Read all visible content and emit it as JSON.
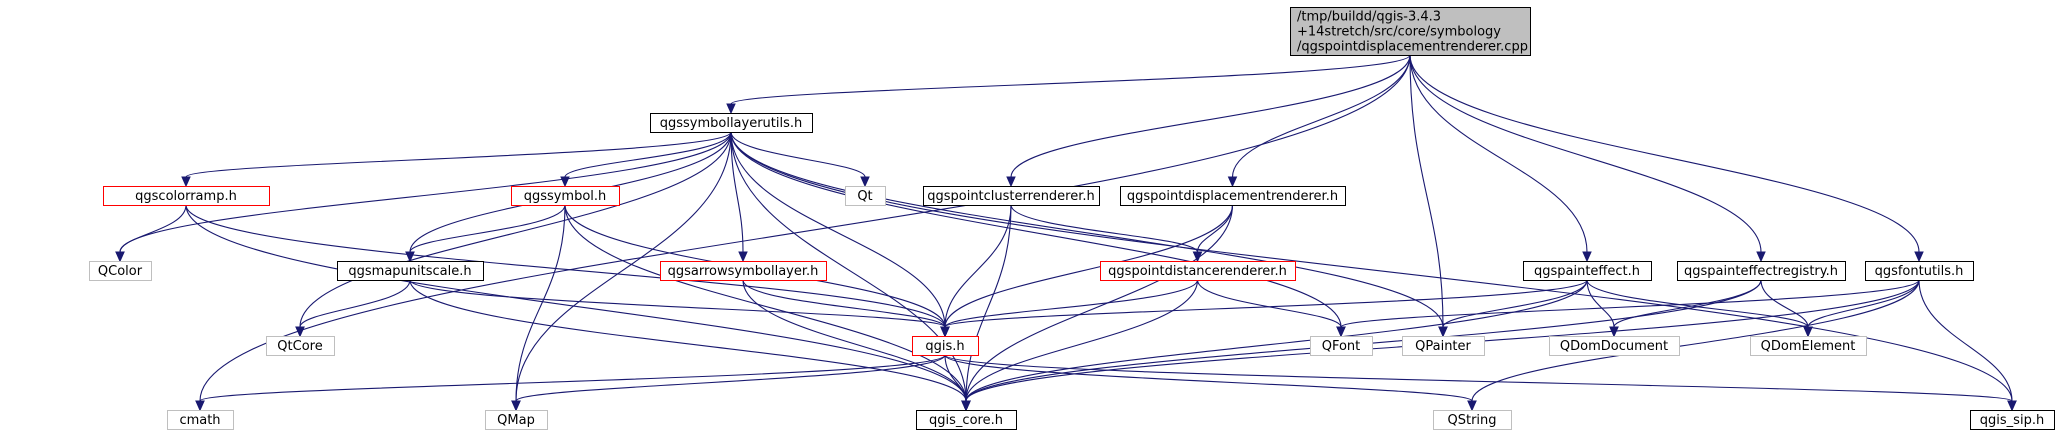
{
  "title": "",
  "colors": {
    "edge": "#191970",
    "root_fill": "#bfbfbf",
    "normal_border": "#000000",
    "red_border": "#ff0000",
    "ext_border": "#bfbfbf",
    "text": "#000000",
    "background": "#ffffff"
  },
  "nodes": [
    {
      "id": "root",
      "label": "/tmp/buildd/qgis-3.4.3\n+14stretch/src/core/symbology\n/qgspointdisplacementrenderer.cpp",
      "style": "root",
      "interactable": true
    },
    {
      "id": "qgssymbollayerutils",
      "label": "qgssymbollayerutils.h",
      "style": "normal",
      "interactable": true
    },
    {
      "id": "qgscolorramp",
      "label": "qgscolorramp.h",
      "style": "red",
      "interactable": true
    },
    {
      "id": "qgssymbol",
      "label": "qgssymbol.h",
      "style": "red",
      "interactable": true
    },
    {
      "id": "qt",
      "label": "Qt",
      "style": "ext",
      "interactable": false
    },
    {
      "id": "qgspointclusterrenderer",
      "label": "qgspointclusterrenderer.h",
      "style": "normal",
      "interactable": true
    },
    {
      "id": "qgspointdisplacementrenderer",
      "label": "qgspointdisplacementrenderer.h",
      "style": "normal",
      "interactable": true
    },
    {
      "id": "qcolor",
      "label": "QColor",
      "style": "ext",
      "interactable": false
    },
    {
      "id": "qgsmapunitscale",
      "label": "qgsmapunitscale.h",
      "style": "normal",
      "interactable": true
    },
    {
      "id": "qgsarrowsymbollayer",
      "label": "qgsarrowsymbollayer.h",
      "style": "red",
      "interactable": true
    },
    {
      "id": "qgspointdistancerenderer",
      "label": "qgspointdistancerenderer.h",
      "style": "red",
      "interactable": true
    },
    {
      "id": "qgspainteffect",
      "label": "qgspainteffect.h",
      "style": "normal",
      "interactable": true
    },
    {
      "id": "qgspainteffectregistry",
      "label": "qgspainteffectregistry.h",
      "style": "normal",
      "interactable": true
    },
    {
      "id": "qgsfontutils",
      "label": "qgsfontutils.h",
      "style": "normal",
      "interactable": true
    },
    {
      "id": "qtcore",
      "label": "QtCore",
      "style": "ext",
      "interactable": false
    },
    {
      "id": "qgis",
      "label": "qgis.h",
      "style": "red",
      "interactable": true
    },
    {
      "id": "qfont",
      "label": "QFont",
      "style": "ext",
      "interactable": false
    },
    {
      "id": "qpainter",
      "label": "QPainter",
      "style": "ext",
      "interactable": false
    },
    {
      "id": "qdomdocument",
      "label": "QDomDocument",
      "style": "ext",
      "interactable": false
    },
    {
      "id": "qdomelement",
      "label": "QDomElement",
      "style": "ext",
      "interactable": false
    },
    {
      "id": "cmath",
      "label": "cmath",
      "style": "ext",
      "interactable": false
    },
    {
      "id": "qmap",
      "label": "QMap",
      "style": "ext",
      "interactable": false
    },
    {
      "id": "qgis_core",
      "label": "qgis_core.h",
      "style": "normal",
      "interactable": true
    },
    {
      "id": "qstring",
      "label": "QString",
      "style": "ext",
      "interactable": false
    },
    {
      "id": "qgis_sip",
      "label": "qgis_sip.h",
      "style": "normal",
      "interactable": true
    }
  ],
  "edges": [
    [
      "root",
      "qgssymbollayerutils"
    ],
    [
      "root",
      "cmath"
    ],
    [
      "root",
      "qgspointclusterrenderer"
    ],
    [
      "root",
      "qgspointdisplacementrenderer"
    ],
    [
      "root",
      "qpainter"
    ],
    [
      "root",
      "qgspainteffect"
    ],
    [
      "root",
      "qgspainteffectregistry"
    ],
    [
      "root",
      "qgsfontutils"
    ],
    [
      "qgssymbollayerutils",
      "qgscolorramp"
    ],
    [
      "qgssymbollayerutils",
      "qgssymbol"
    ],
    [
      "qgssymbollayerutils",
      "qt"
    ],
    [
      "qgssymbollayerutils",
      "qcolor"
    ],
    [
      "qgssymbollayerutils",
      "qgsmapunitscale"
    ],
    [
      "qgssymbollayerutils",
      "qgsarrowsymbollayer"
    ],
    [
      "qgssymbollayerutils",
      "qtcore"
    ],
    [
      "qgssymbollayerutils",
      "qgis"
    ],
    [
      "qgssymbollayerutils",
      "qmap"
    ],
    [
      "qgssymbollayerutils",
      "qgis_core"
    ],
    [
      "qgssymbollayerutils",
      "qfont"
    ],
    [
      "qgssymbollayerutils",
      "qpainter"
    ],
    [
      "qgssymbollayerutils",
      "qgis_sip"
    ],
    [
      "qgscolorramp",
      "qcolor"
    ],
    [
      "qgscolorramp",
      "qgis"
    ],
    [
      "qgscolorramp",
      "qgis_core"
    ],
    [
      "qgssymbol",
      "qgsmapunitscale"
    ],
    [
      "qgssymbol",
      "qgis"
    ],
    [
      "qgssymbol",
      "qmap"
    ],
    [
      "qgssymbol",
      "qgis_core"
    ],
    [
      "qgsmapunitscale",
      "qtcore"
    ],
    [
      "qgsmapunitscale",
      "qgis"
    ],
    [
      "qgsmapunitscale",
      "qgis_core"
    ],
    [
      "qgsarrowsymbollayer",
      "qgis"
    ],
    [
      "qgsarrowsymbollayer",
      "qgis_core"
    ],
    [
      "qgspointclusterrenderer",
      "qgspointdistancerenderer"
    ],
    [
      "qgspointclusterrenderer",
      "qgis"
    ],
    [
      "qgspointclusterrenderer",
      "qgis_core"
    ],
    [
      "qgspointdisplacementrenderer",
      "qgspointdistancerenderer"
    ],
    [
      "qgspointdisplacementrenderer",
      "qgis"
    ],
    [
      "qgspointdisplacementrenderer",
      "qgis_core"
    ],
    [
      "qgspointdistancerenderer",
      "qgis"
    ],
    [
      "qgspointdistancerenderer",
      "qfont"
    ],
    [
      "qgspointdistancerenderer",
      "qgis_core"
    ],
    [
      "qgspainteffect",
      "qgis"
    ],
    [
      "qgspainteffect",
      "qpainter"
    ],
    [
      "qgspainteffect",
      "qdomdocument"
    ],
    [
      "qgspainteffect",
      "qdomelement"
    ],
    [
      "qgspainteffect",
      "qgis_core"
    ],
    [
      "qgspainteffectregistry",
      "qdomdocument"
    ],
    [
      "qgspainteffectregistry",
      "qdomelement"
    ],
    [
      "qgspainteffectregistry",
      "qgis_core"
    ],
    [
      "qgsfontutils",
      "qfont"
    ],
    [
      "qgsfontutils",
      "qdomelement"
    ],
    [
      "qgsfontutils",
      "qgis_core"
    ],
    [
      "qgsfontutils",
      "qstring"
    ],
    [
      "qgsfontutils",
      "qgis_sip"
    ],
    [
      "qgis",
      "cmath"
    ],
    [
      "qgis",
      "qmap"
    ],
    [
      "qgis",
      "qgis_core"
    ],
    [
      "qgis",
      "qstring"
    ],
    [
      "qgis",
      "qgis_sip"
    ]
  ]
}
